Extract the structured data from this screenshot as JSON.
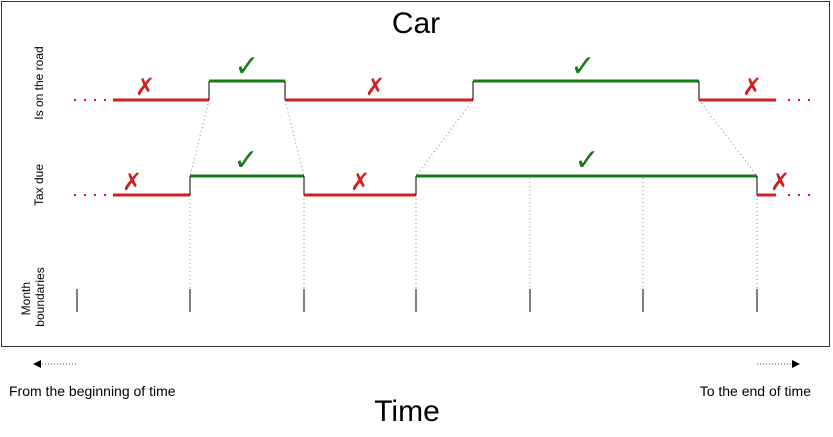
{
  "title": "Car",
  "x_axis_title": "Time",
  "left_caption": "From the beginning of time",
  "right_caption": "To the end of time",
  "rows": [
    {
      "label": "Is on the road"
    },
    {
      "label": "Tax due"
    },
    {
      "label_lines": [
        "Month",
        "boundaries"
      ]
    }
  ],
  "symbols": {
    "true": "✓",
    "false": "✗"
  },
  "colors": {
    "true": "#1a7a1a",
    "false": "#d41f1f",
    "frame": "#333333",
    "dots": "#888888"
  }
}
